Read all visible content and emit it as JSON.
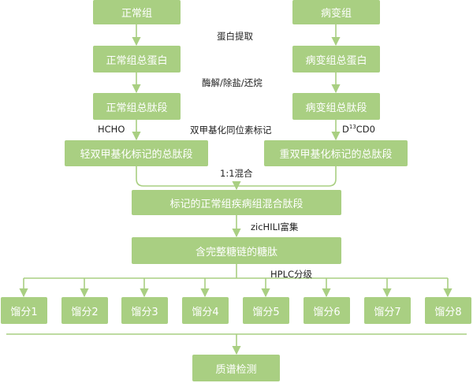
{
  "nodes": {
    "normal_group": "正常组",
    "disease_group": "病变组",
    "normal_total_protein": "正常组总蛋白",
    "disease_total_protein": "病变组总蛋白",
    "normal_total_peptides": "正常组总肽段",
    "disease_total_peptides": "病变组总肽段",
    "light_labeled": "轻双甲基化标记的总肽段",
    "heavy_labeled": "重双甲基化标记的总肽段",
    "mixed_peptides": "标记的正常组疾病组混合肽段",
    "glycopeptides": "含完整糖链的糖肽",
    "fractions": [
      "馏分1",
      "馏分2",
      "馏分3",
      "馏分4",
      "馏分5",
      "馏分6",
      "馏分7",
      "馏分8"
    ],
    "mass_spec": "质谱检测"
  },
  "labels": {
    "protein_extraction": "蛋白提取",
    "digestion": "酶解/除盐/还烷",
    "dimethyl_labeling": "双甲基化同位素标记",
    "light_reagent": "HCHO",
    "heavy_reagent_d": "D",
    "heavy_reagent_sup": "13",
    "heavy_reagent_rest": "CD0",
    "mixing": "1:1混合",
    "enrichment": "zicHILI富集",
    "hplc": "HPLC分级"
  },
  "colors": {
    "box_fill": "#a9cf82",
    "box_text": "#ffffff",
    "connector": "#a9cf82"
  }
}
